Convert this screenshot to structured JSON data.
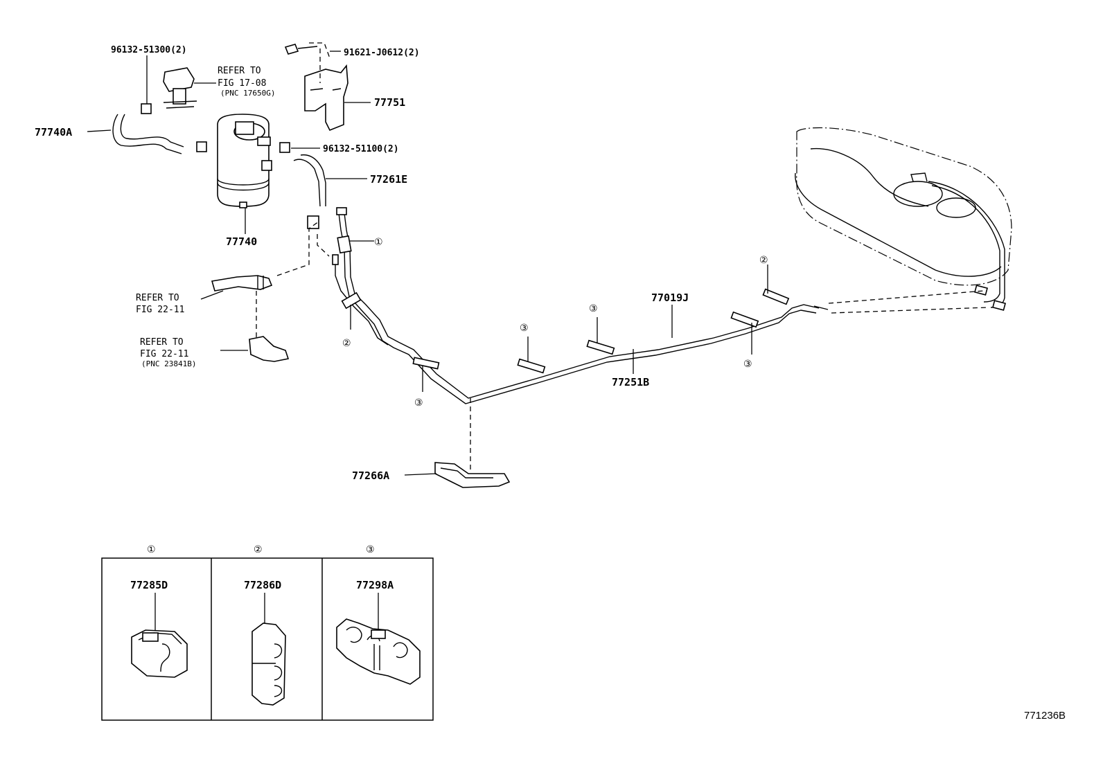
{
  "diagram_code": "771236B",
  "labels": {
    "p96132_51300": "96132-51300(2)",
    "p91621_j0612": "91621-J0612(2)",
    "refer_fig17_1": "REFER TO",
    "refer_fig17_2": "FIG 17-08",
    "refer_fig17_3": "(PNC 17650G)",
    "p77751": "77751",
    "p77740a": "77740A",
    "p96132_51100": "96132-51100(2)",
    "p77261e": "77261E",
    "p77740": "77740",
    "refer_fig22a_1": "REFER TO",
    "refer_fig22a_2": "FIG 22-11",
    "refer_fig22b_1": "REFER TO",
    "refer_fig22b_2": "FIG 22-11",
    "refer_fig22b_3": "(PNC 23841B)",
    "p77019j": "77019J",
    "p77251b": "77251B",
    "p77266a": "77266A"
  },
  "callouts": {
    "c1_main": "①",
    "c2_left": "②",
    "c2_right": "②",
    "c3_a": "③",
    "c3_b": "③",
    "c3_c": "③",
    "c3_d": "③"
  },
  "legend": {
    "items": [
      {
        "marker": "①",
        "part": "77285D"
      },
      {
        "marker": "②",
        "part": "77286D"
      },
      {
        "marker": "③",
        "part": "77298A"
      }
    ]
  }
}
